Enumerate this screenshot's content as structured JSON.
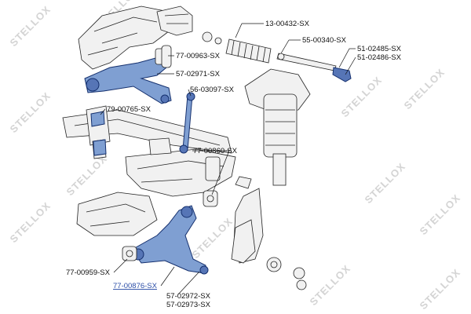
{
  "watermark": {
    "text": "STELLOX"
  },
  "parts": [
    {
      "id": "p1",
      "number": "13-00432-SX"
    },
    {
      "id": "p2",
      "number": "55-00340-SX"
    },
    {
      "id": "p3",
      "number": "51-02485-SX"
    },
    {
      "id": "p4",
      "number": "51-02486-SX"
    },
    {
      "id": "p5",
      "number": "77-00963-SX"
    },
    {
      "id": "p6",
      "number": "57-02971-SX"
    },
    {
      "id": "p7",
      "number": "56-03097-SX"
    },
    {
      "id": "p8",
      "number": "79-00765-SX"
    },
    {
      "id": "p9",
      "number": "77-00860-SX"
    },
    {
      "id": "p10",
      "number": "77-00959-SX"
    },
    {
      "id": "p11",
      "number": "77-00876-SX"
    },
    {
      "id": "p12",
      "number": "57-02972-SX"
    },
    {
      "id": "p13",
      "number": "57-02973-SX"
    }
  ],
  "colors": {
    "highlight_part": "#7f9fd2",
    "highlight_label": "#2d4fa8",
    "watermark": "#d4d4d4"
  }
}
